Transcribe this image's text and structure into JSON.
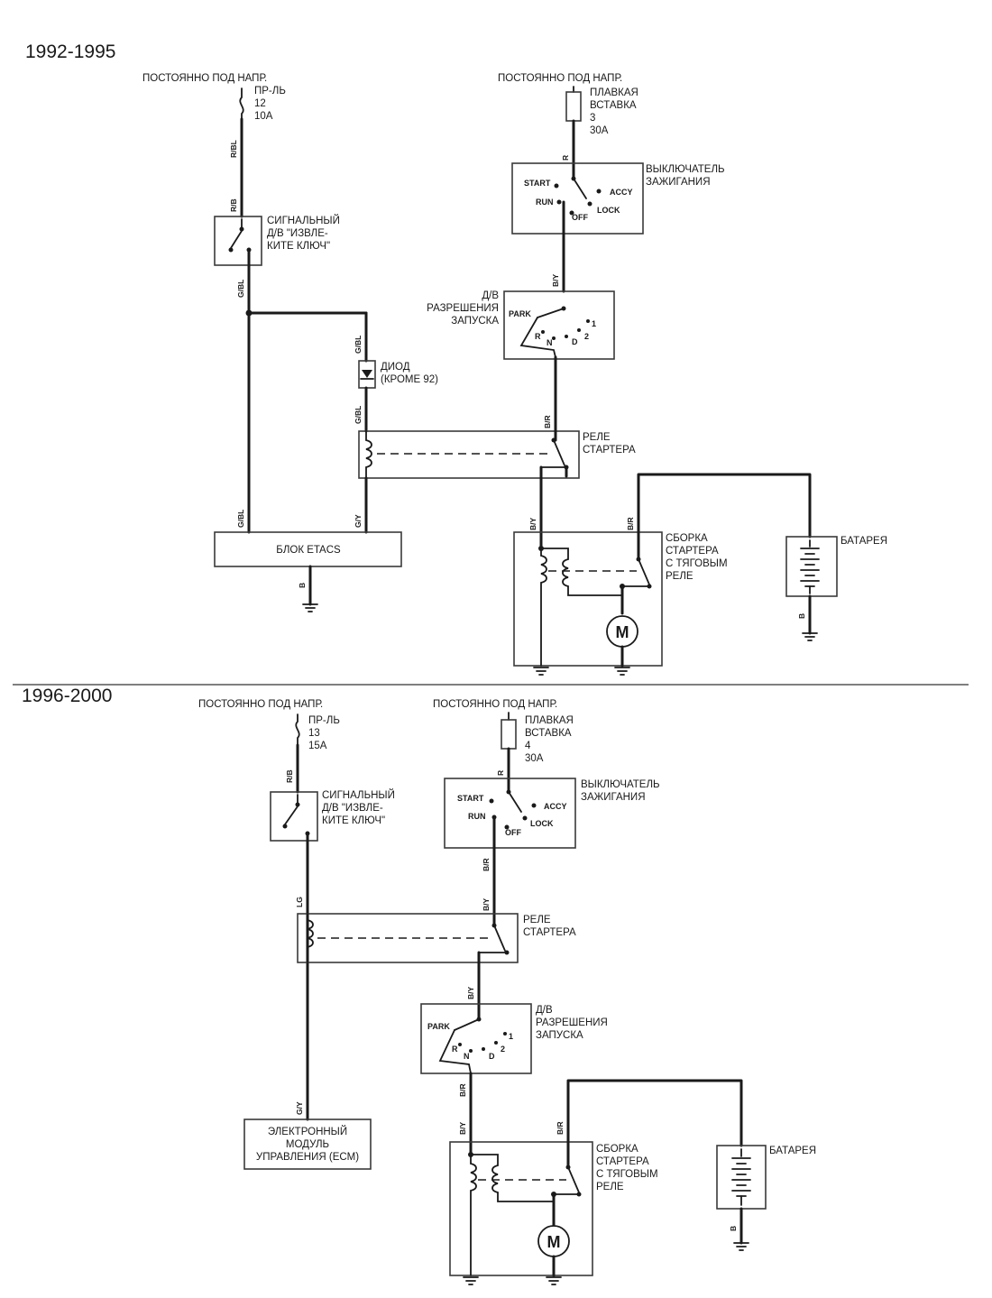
{
  "section_1992": {
    "year": "1992-1995",
    "left_supply": "ПОСТОЯННО ПОД НАПР.",
    "fuse": [
      "ПР-ЛЬ",
      "12",
      "10А"
    ],
    "right_supply": "ПОСТОЯННО ПОД НАПР.",
    "fusible_link": [
      "ПЛАВКАЯ",
      "ВСТАВКА",
      "3",
      "30А"
    ],
    "ignition_switch": [
      "ВЫКЛЮЧАТЕЛЬ",
      "ЗАЖИГАНИЯ"
    ],
    "switch_positions": {
      "start": "START",
      "run": "RUN",
      "off": "OFF",
      "accy": "ACCY",
      "lock": "LOCK"
    },
    "key_reminder": [
      "СИГНАЛЬНЫЙ",
      "Д/В \"ИЗВЛЕ-",
      "КИТЕ КЛЮЧ\""
    ],
    "park_neutral": [
      "Д/В",
      "РАЗРЕШЕНИЯ",
      "ЗАПУСКА"
    ],
    "gear_positions": {
      "park": "PARK",
      "r": "R",
      "n": "N",
      "d": "D",
      "two": "2",
      "one": "1"
    },
    "diode": [
      "ДИОД",
      "(КРОМЕ 92)"
    ],
    "starter_relay": [
      "РЕЛЕ",
      "СТАРТЕРА"
    ],
    "etacs": "БЛОК ETACS",
    "starter_assembly": [
      "СБОРКА",
      "СТАРТЕРА",
      "С ТЯГОВЫМ",
      "РЕЛЕ"
    ],
    "battery": "БАТАРЕЯ",
    "motor": "M",
    "wires": {
      "rbl": "R/BL",
      "rb": "R/B",
      "gbl_a": "G/BL",
      "gbl_b": "G/BL",
      "gbl_c": "G/BL",
      "gbl_d": "G/BL",
      "gy": "G/Y",
      "r": "R",
      "by_a": "B/Y",
      "br_a": "B/R",
      "by_b": "B/Y",
      "br_b": "B/R",
      "b_etacs": "B",
      "b_batt": "B"
    }
  },
  "section_1996": {
    "year": "1996-2000",
    "left_supply": "ПОСТОЯННО ПОД НАПР.",
    "fuse": [
      "ПР-ЛЬ",
      "13",
      "15А"
    ],
    "right_supply": "ПОСТОЯННО ПОД НАПР.",
    "fusible_link": [
      "ПЛАВКАЯ",
      "ВСТАВКА",
      "4",
      "30А"
    ],
    "ignition_switch": [
      "ВЫКЛЮЧАТЕЛЬ",
      "ЗАЖИГАНИЯ"
    ],
    "switch_positions": {
      "start": "START",
      "run": "RUN",
      "off": "OFF",
      "accy": "ACCY",
      "lock": "LOCK"
    },
    "key_reminder": [
      "СИГНАЛЬНЫЙ",
      "Д/В \"ИЗВЛЕ-",
      "КИТЕ КЛЮЧ\""
    ],
    "starter_relay": [
      "РЕЛЕ",
      "СТАРТЕРА"
    ],
    "park_neutral": [
      "Д/В",
      "РАЗРЕШЕНИЯ",
      "ЗАПУСКА"
    ],
    "gear_positions": {
      "park": "PARK",
      "r": "R",
      "n": "N",
      "d": "D",
      "two": "2",
      "one": "1"
    },
    "ecm": [
      "ЭЛЕКТРОННЫЙ",
      "МОДУЛЬ",
      "УПРАВЛЕНИЯ (ECM)"
    ],
    "starter_assembly": [
      "СБОРКА",
      "СТАРТЕРА",
      "С ТЯГОВЫМ",
      "РЕЛЕ"
    ],
    "battery": "БАТАРЕЯ",
    "motor": "M",
    "wires": {
      "rb": "R/B",
      "lg": "LG",
      "gy": "G/Y",
      "r": "R",
      "br_a": "B/R",
      "by_a": "B/Y",
      "by_b": "B/Y",
      "br_b": "B/R",
      "by_c": "B/Y",
      "br_c": "B/R",
      "b_batt": "B"
    }
  }
}
